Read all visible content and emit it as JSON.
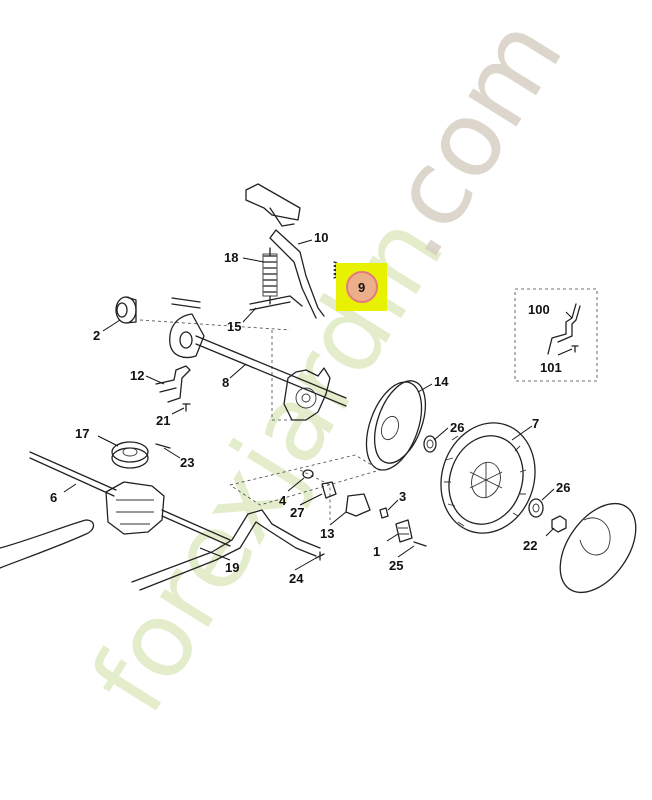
{
  "diagram": {
    "highlight_color": "#e8f200",
    "highlight_circle_color": "#e37b7b",
    "watermark_colors": {
      "green": "#dfeac2",
      "gray": "#d6d0c4"
    },
    "parts": [
      {
        "id": "p1",
        "label": "1"
      },
      {
        "id": "p2",
        "label": "2"
      },
      {
        "id": "p3",
        "label": "3"
      },
      {
        "id": "p4",
        "label": "4"
      },
      {
        "id": "p6",
        "label": "6"
      },
      {
        "id": "p7",
        "label": "7"
      },
      {
        "id": "p8",
        "label": "8"
      },
      {
        "id": "p9",
        "label": "9"
      },
      {
        "id": "p10",
        "label": "10"
      },
      {
        "id": "p12",
        "label": "12"
      },
      {
        "id": "p13",
        "label": "13"
      },
      {
        "id": "p14",
        "label": "14"
      },
      {
        "id": "p15",
        "label": "15"
      },
      {
        "id": "p17",
        "label": "17"
      },
      {
        "id": "p18",
        "label": "18"
      },
      {
        "id": "p19",
        "label": "19"
      },
      {
        "id": "p21",
        "label": "21"
      },
      {
        "id": "p22",
        "label": "22"
      },
      {
        "id": "p23",
        "label": "23"
      },
      {
        "id": "p24",
        "label": "24"
      },
      {
        "id": "p25",
        "label": "25"
      },
      {
        "id": "p26a",
        "label": "26"
      },
      {
        "id": "p26b",
        "label": "26"
      },
      {
        "id": "p27",
        "label": "27"
      },
      {
        "id": "p100",
        "label": "100"
      },
      {
        "id": "p101",
        "label": "101"
      }
    ],
    "highlighted_part": "9"
  },
  "watermark": {
    "text_1": "forexjardin",
    "text_2": ".com"
  }
}
